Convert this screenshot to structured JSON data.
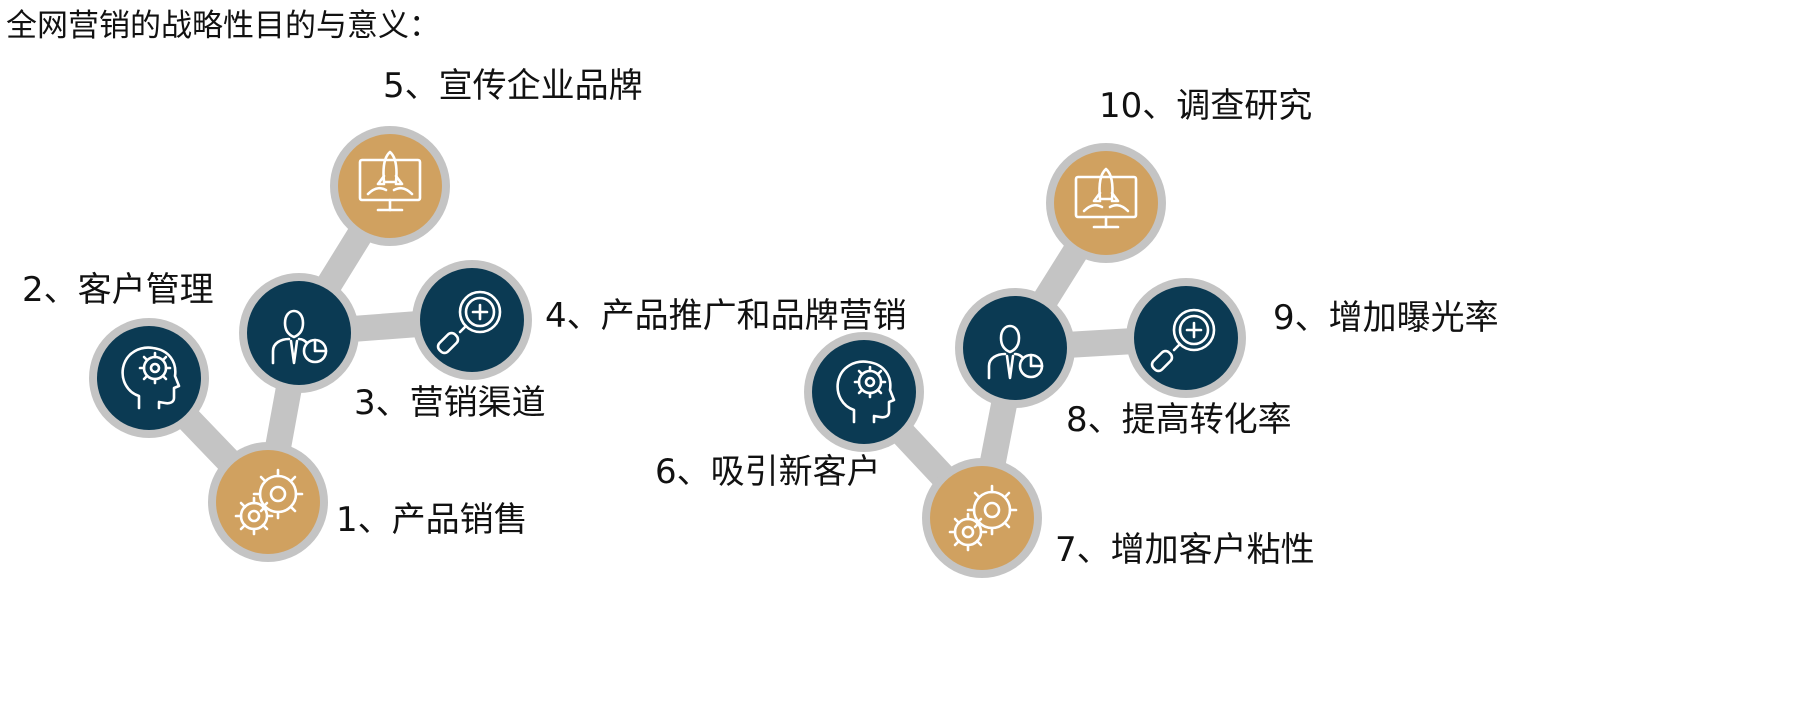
{
  "title": "全网营销的战略性目的与意义：",
  "colors": {
    "navy": "#0b3a53",
    "gold": "#d0a160",
    "ring": "#c4c4c4",
    "icon": "#ffffff"
  },
  "clusters": [
    {
      "nodes": [
        {
          "label": "1、产品销售",
          "fill": "gold",
          "icon": "gears-icon"
        },
        {
          "label": "2、客户管理",
          "fill": "navy",
          "icon": "head-gear-icon"
        },
        {
          "label": "3、营销渠道",
          "fill": "navy",
          "icon": "person-pie-chart-icon"
        },
        {
          "label": "4、产品推广和品牌营销",
          "fill": "navy",
          "icon": "magnifier-plus-icon"
        },
        {
          "label": "5、宣传企业品牌",
          "fill": "gold",
          "icon": "monitor-rocket-icon"
        }
      ]
    },
    {
      "nodes": [
        {
          "label": "6、吸引新客户",
          "fill": "navy",
          "icon": "head-gear-icon"
        },
        {
          "label": "7、增加客户粘性",
          "fill": "gold",
          "icon": "gears-icon"
        },
        {
          "label": "8、提高转化率",
          "fill": "navy",
          "icon": "person-pie-chart-icon"
        },
        {
          "label": "9、增加曝光率",
          "fill": "navy",
          "icon": "magnifier-plus-icon"
        },
        {
          "label": "10、调查研究",
          "fill": "gold",
          "icon": "monitor-rocket-icon"
        }
      ]
    }
  ]
}
